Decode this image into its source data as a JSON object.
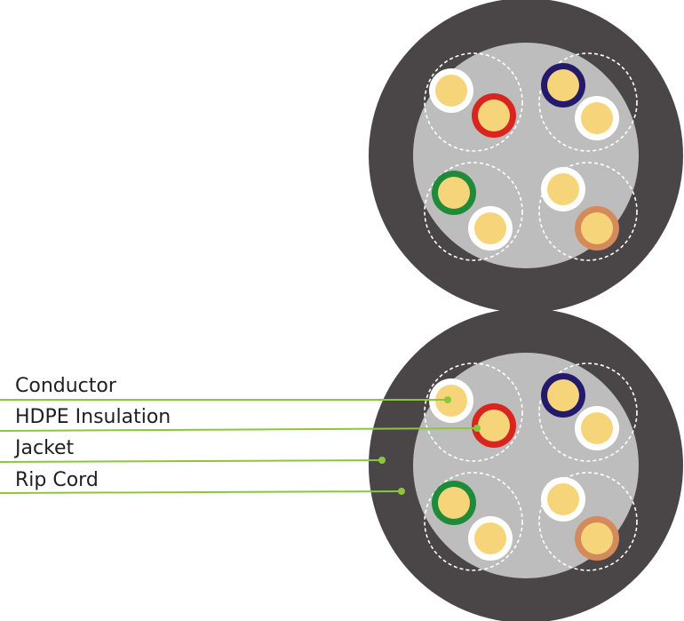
{
  "labels": {
    "conductor": "Conductor",
    "insulation": "HDPE Insulation",
    "jacket": "Jacket",
    "rip_cord": "Rip Cord"
  },
  "colors": {
    "jacket": "#4a4547",
    "filler": "#bdbdbd",
    "conductor": "#f6d47a",
    "white_insulation": "#ffffff",
    "red": "#d8251f",
    "blue": "#241a6b",
    "green": "#1f8a3a",
    "brown": "#d48a5a",
    "leader_line": "#8cc63f",
    "separator": "#ffffff"
  },
  "cable_units": [
    {
      "name": "upper-cable",
      "pairs": [
        [
          "white",
          "red"
        ],
        [
          "blue",
          "white"
        ],
        [
          "green",
          "white"
        ],
        [
          "white",
          "brown"
        ]
      ]
    },
    {
      "name": "lower-cable",
      "pairs": [
        [
          "white",
          "red"
        ],
        [
          "blue",
          "white"
        ],
        [
          "green",
          "white"
        ],
        [
          "white",
          "brown"
        ]
      ]
    }
  ]
}
